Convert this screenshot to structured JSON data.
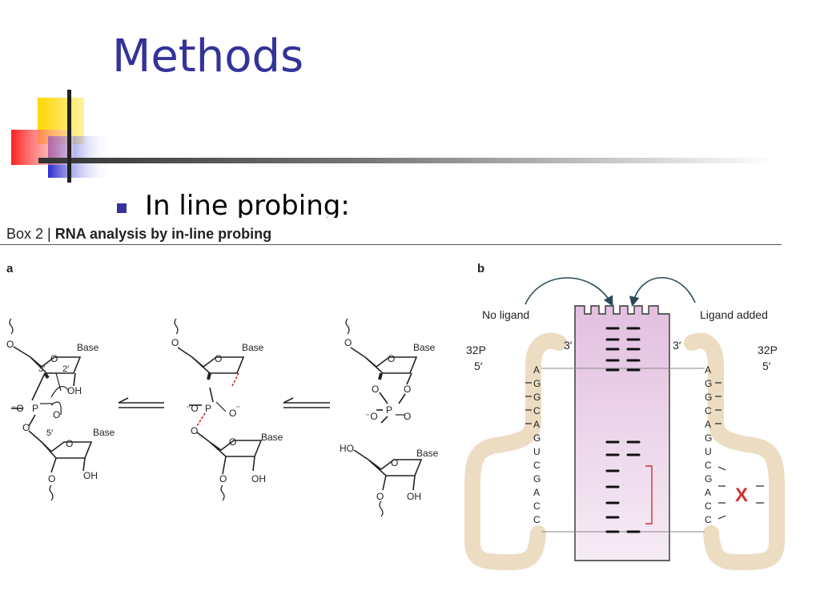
{
  "title": "Methods",
  "bullet": "In line probing:",
  "box": {
    "prefix": "Box 2 | ",
    "title": "RNA analysis by in-line probing"
  },
  "panel_a": {
    "label": "a",
    "mol1": {
      "o_top": "O",
      "ring_o": "O",
      "base": "Base",
      "c3": "3′",
      "c2": "2′",
      "oh2": "OH",
      "p": "P",
      "o_minus": "⁻O",
      "o_right": "O",
      "o_low": "O",
      "c5": "5′",
      "ring_o2": "O",
      "base2": "Base",
      "o3": "O",
      "oh3": "OH"
    },
    "mol2": {
      "o_top": "O",
      "ring_o": "O",
      "base": "Base",
      "p": "P",
      "o_minus": "⁻O",
      "o_right": "O",
      "o_minus2": "⁻",
      "o_low": "O",
      "ring_o2": "O",
      "base2": "Base",
      "o3": "O",
      "oh3": "OH"
    },
    "mol3": {
      "o_top": "O",
      "ring_o": "O",
      "base": "Base",
      "o_a": "O",
      "o_b": "O",
      "p": "P",
      "o_minus": "⁻O",
      "o_right": "O",
      "ho": "HO",
      "ring_o2": "O",
      "base2": "Base",
      "o3": "O",
      "oh3": "OH"
    }
  },
  "panel_b": {
    "label": "b",
    "no_ligand": "No ligand",
    "ligand_added": "Ligand added",
    "left_strand": {
      "p32": "32P",
      "five_prime": "5′",
      "three_prime": "3′"
    },
    "right_strand": {
      "p32": "32P",
      "five_prime": "5′",
      "three_prime": "3′"
    },
    "sequence": [
      "A",
      "G",
      "G",
      "C",
      "A",
      "G",
      "U",
      "C",
      "G",
      "A",
      "C",
      "C"
    ],
    "mark_x": "X",
    "colors": {
      "gel": "#e8cde6",
      "strand": "#ecdcc2",
      "bracket": "#d03030",
      "x": "#d03030",
      "arrow": "#2a4a5a"
    }
  }
}
